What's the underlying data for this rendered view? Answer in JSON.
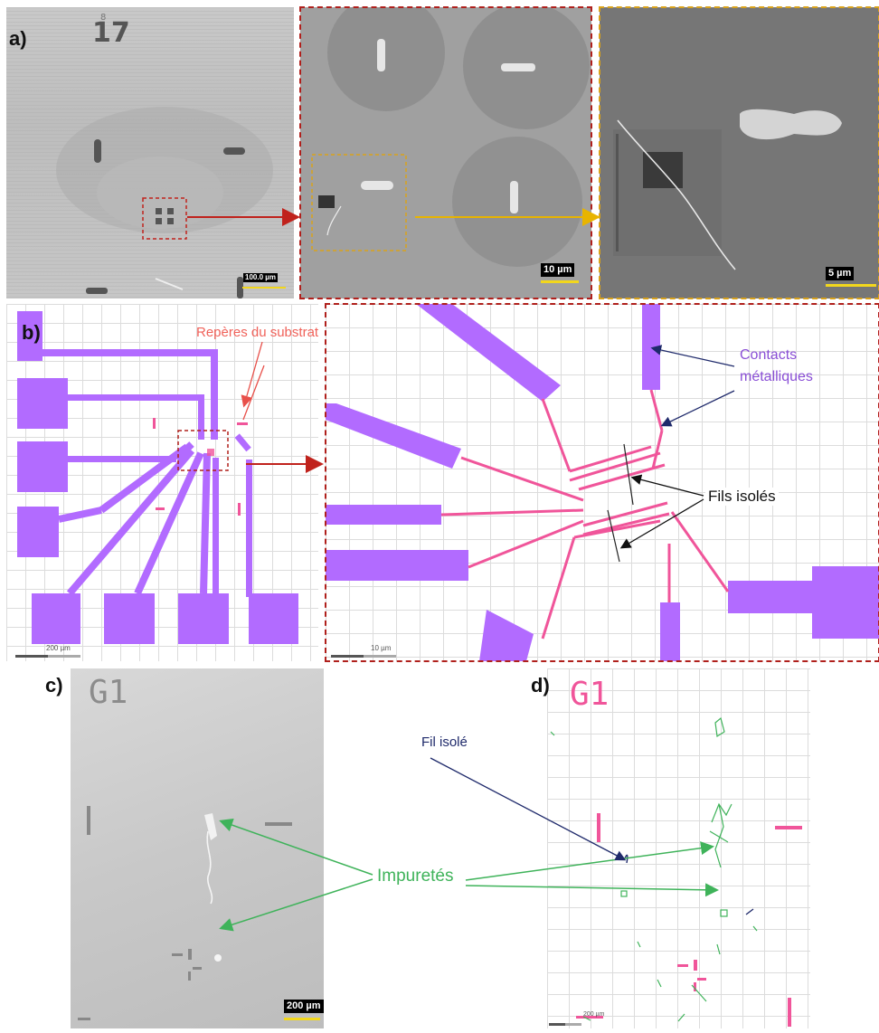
{
  "panels": {
    "a": {
      "letter": "a)",
      "scale_1": "100.0 µm",
      "scale_2": "10 µm",
      "scale_3": "5 µm"
    },
    "b": {
      "letter": "b)",
      "label_reperes": "Repères du substrat",
      "label_contacts_1": "Contacts",
      "label_contacts_2": "métalliques",
      "label_fils": "Fils isolés",
      "scale_left": "200 µm",
      "scale_right": "10 µm"
    },
    "c": {
      "letter": "c)",
      "chip_label": "G1",
      "scale": "200 µm"
    },
    "d": {
      "letter": "d)",
      "chip_label": "G1",
      "label_fil": "Fil isolé",
      "scale": "200 µm"
    },
    "center": {
      "label_impuretes": "Impuretés"
    }
  },
  "colors": {
    "contact_purple": "#b26bff",
    "track_pink": "#f0559a",
    "impurity_green": "#3fb35a",
    "fil_navy": "#1f2a6b",
    "arrow_red": "#c0221c",
    "arrow_yellow": "#e8b400",
    "frame_red": "#b0201c",
    "frame_yellow": "#d9a21a"
  }
}
